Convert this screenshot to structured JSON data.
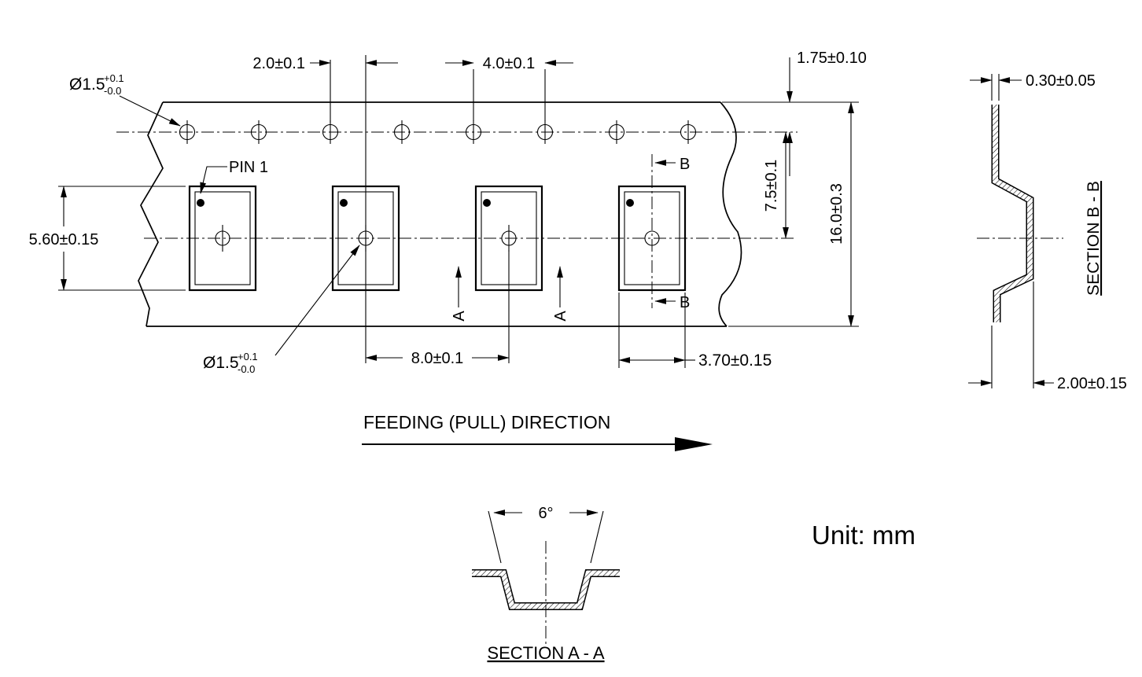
{
  "drawing": {
    "tape_view": {
      "pin1_label": "PIN 1",
      "sprocket_hole_dia": {
        "main": "Ø1.5",
        "plus_tol": "+0.1",
        "minus_tol": "-0.0"
      },
      "pocket_hole_dia": {
        "main": "Ø1.5",
        "plus_tol": "+0.1",
        "minus_tol": "-0.0"
      },
      "dim_hole_to_pocket_x": "2.0±0.1",
      "dim_sprocket_pitch": "4.0±0.1",
      "dim_edge_to_sprocket": "1.75±0.10",
      "dim_sprocket_to_pocket_y": "7.5±0.1",
      "dim_tape_width": "16.0±0.3",
      "dim_pocket_length": "5.60±0.15",
      "dim_pocket_pitch": "8.0±0.1",
      "dim_pocket_width": "3.70±0.15",
      "section_b_marker": "B",
      "section_a_marker": "A",
      "feeding_direction": "FEEDING (PULL) DIRECTION"
    },
    "section_b": {
      "title": "SECTION B - B",
      "dim_thickness": "0.30±0.05",
      "dim_depth": "2.00±0.15"
    },
    "section_a": {
      "title": "SECTION A - A",
      "dim_draft_angle": "6°"
    },
    "unit_note": "Unit: mm"
  }
}
